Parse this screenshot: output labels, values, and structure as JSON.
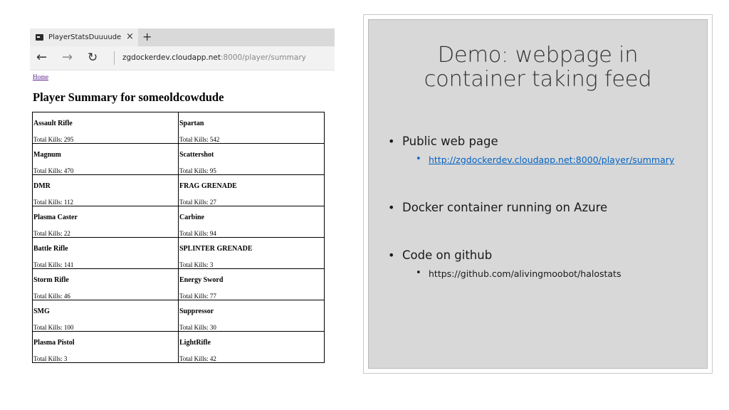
{
  "browser": {
    "tab_title": "PlayerStatsDuuuude",
    "tab_close_icon": "×",
    "new_tab_icon": "+",
    "nav": {
      "back_icon": "←",
      "forward_icon": "→",
      "refresh_icon": "↻"
    },
    "address": {
      "host": "zgdockerdev.cloudapp.net",
      "path": ":8000/player/summary"
    }
  },
  "page": {
    "home_link": "Home",
    "title": "Player Summary for someoldcowdude",
    "weapons": [
      [
        {
          "name": "Assault Rifle",
          "kills": "Total Kills: 295"
        },
        {
          "name": "Spartan",
          "kills": "Total Kills: 542"
        }
      ],
      [
        {
          "name": "Magnum",
          "kills": "Total Kills: 470"
        },
        {
          "name": "Scattershot",
          "kills": "Total Kills: 95"
        }
      ],
      [
        {
          "name": "DMR",
          "kills": "Total Kills: 112"
        },
        {
          "name": "FRAG GRENADE",
          "kills": "Total Kills: 27"
        }
      ],
      [
        {
          "name": "Plasma Caster",
          "kills": "Total Kills: 22"
        },
        {
          "name": "Carbine",
          "kills": "Total Kills: 94"
        }
      ],
      [
        {
          "name": "Battle Rifle",
          "kills": "Total Kills: 141"
        },
        {
          "name": "SPLINTER GRENADE",
          "kills": "Total Kills: 3"
        }
      ],
      [
        {
          "name": "Storm Rifle",
          "kills": "Total Kills: 46"
        },
        {
          "name": "Energy Sword",
          "kills": "Total Kills: 77"
        }
      ],
      [
        {
          "name": "SMG",
          "kills": "Total Kills: 100"
        },
        {
          "name": "Suppressor",
          "kills": "Total Kills: 30"
        }
      ],
      [
        {
          "name": "Plasma Pistol",
          "kills": "Total Kills: 3"
        },
        {
          "name": "LightRifle",
          "kills": "Total Kills: 42"
        }
      ]
    ]
  },
  "slide": {
    "title_line1": "Demo: webpage in",
    "title_line2": "container taking feed",
    "bullets": {
      "web_page": "Public web page",
      "web_page_url": "http://zgdockerdev.cloudapp.net:8000/player/summary",
      "docker": "Docker container running on Azure",
      "code": "Code on github",
      "code_url": "https://github.com/alivingmoobot/halostats"
    }
  }
}
